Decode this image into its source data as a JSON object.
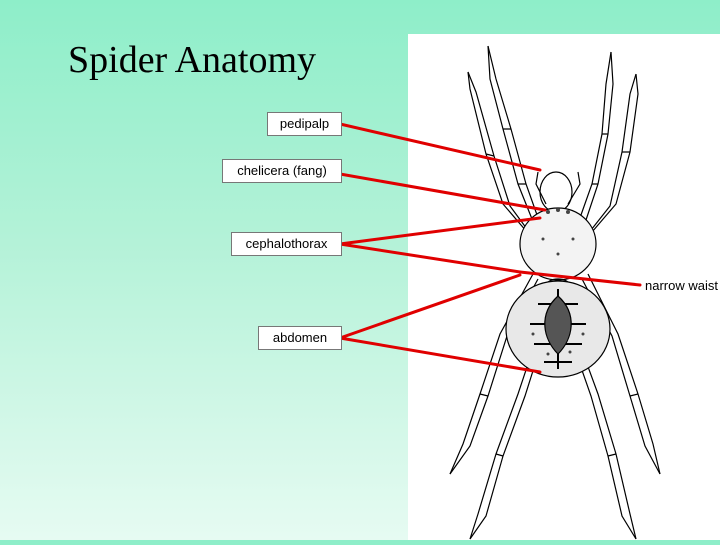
{
  "title": "Spider Anatomy",
  "labels": {
    "pedipalp": "pedipalp",
    "chelicera": "chelicera (fang)",
    "cephalothorax": "cephalothorax",
    "narrow_waist": "narrow waist",
    "abdomen": "abdomen"
  },
  "colors": {
    "leader_line": "#e00000",
    "background_top": "#8eeec9",
    "background_bottom": "#e6fbf2"
  }
}
